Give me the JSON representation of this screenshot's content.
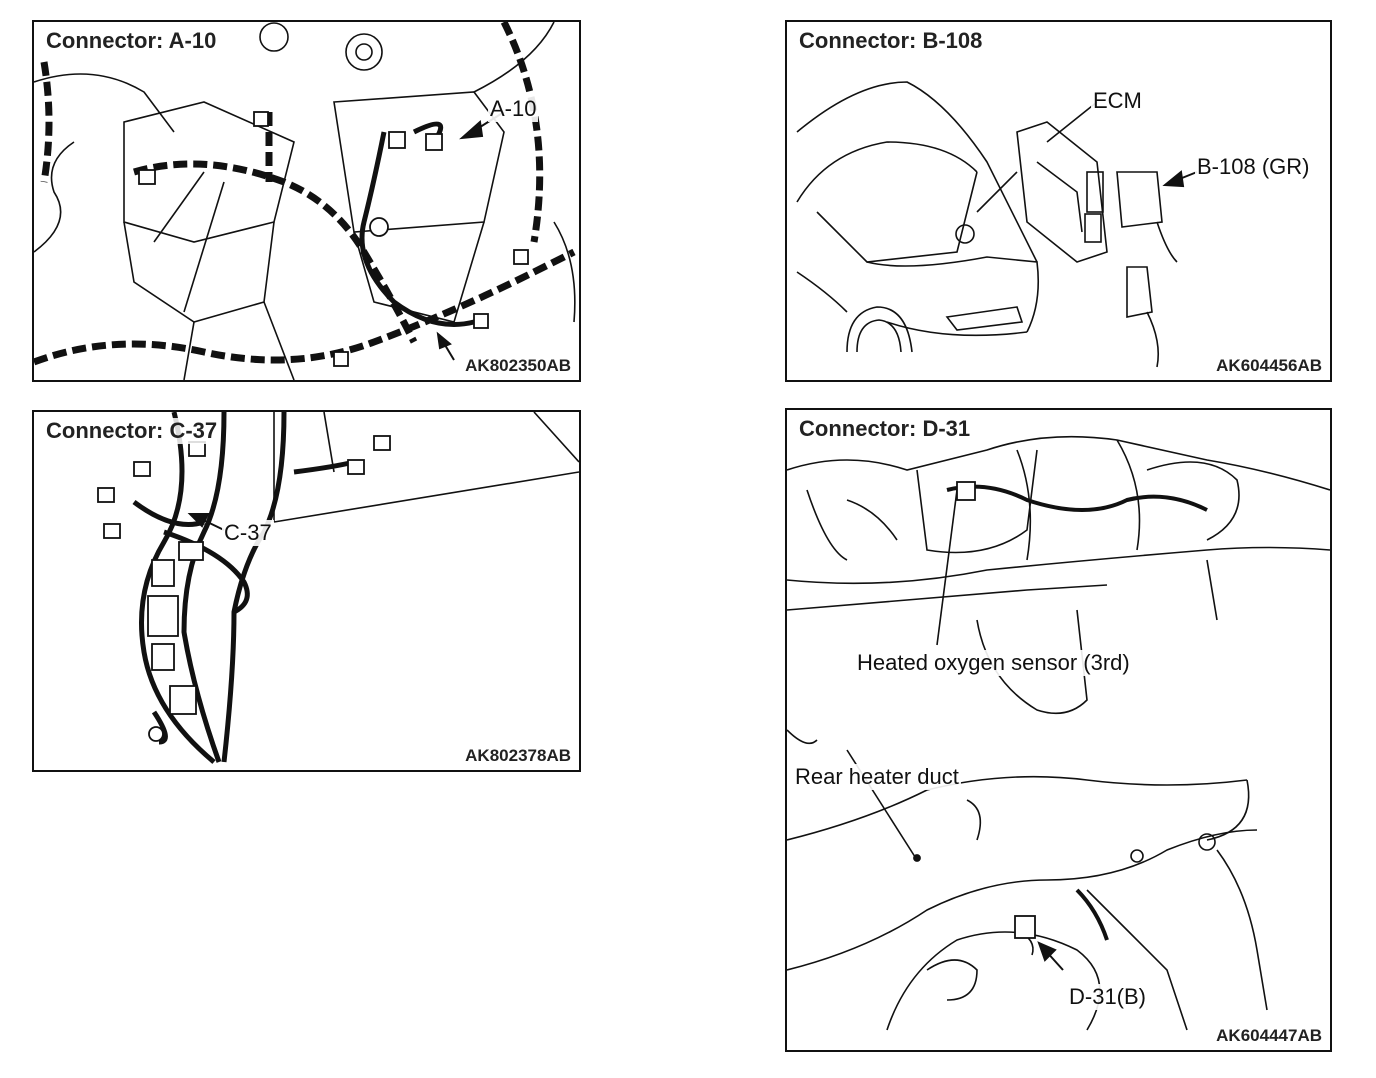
{
  "panels": {
    "a": {
      "title": "Connector: A-10",
      "callout": "A-10",
      "figure_code": "AK802350AB"
    },
    "b": {
      "title": "Connector: B-108",
      "labels": {
        "ecm": "ECM",
        "connector": "B-108 (GR)"
      },
      "figure_code": "AK604456AB"
    },
    "c": {
      "title": "Connector: C-37",
      "callout": "C-37",
      "figure_code": "AK802378AB"
    },
    "d": {
      "title": "Connector: D-31",
      "labels": {
        "sensor": "Heated oxygen sensor (3rd)",
        "duct": "Rear heater duct",
        "connector": "D-31(B)"
      },
      "figure_code": "AK604447AB"
    }
  }
}
